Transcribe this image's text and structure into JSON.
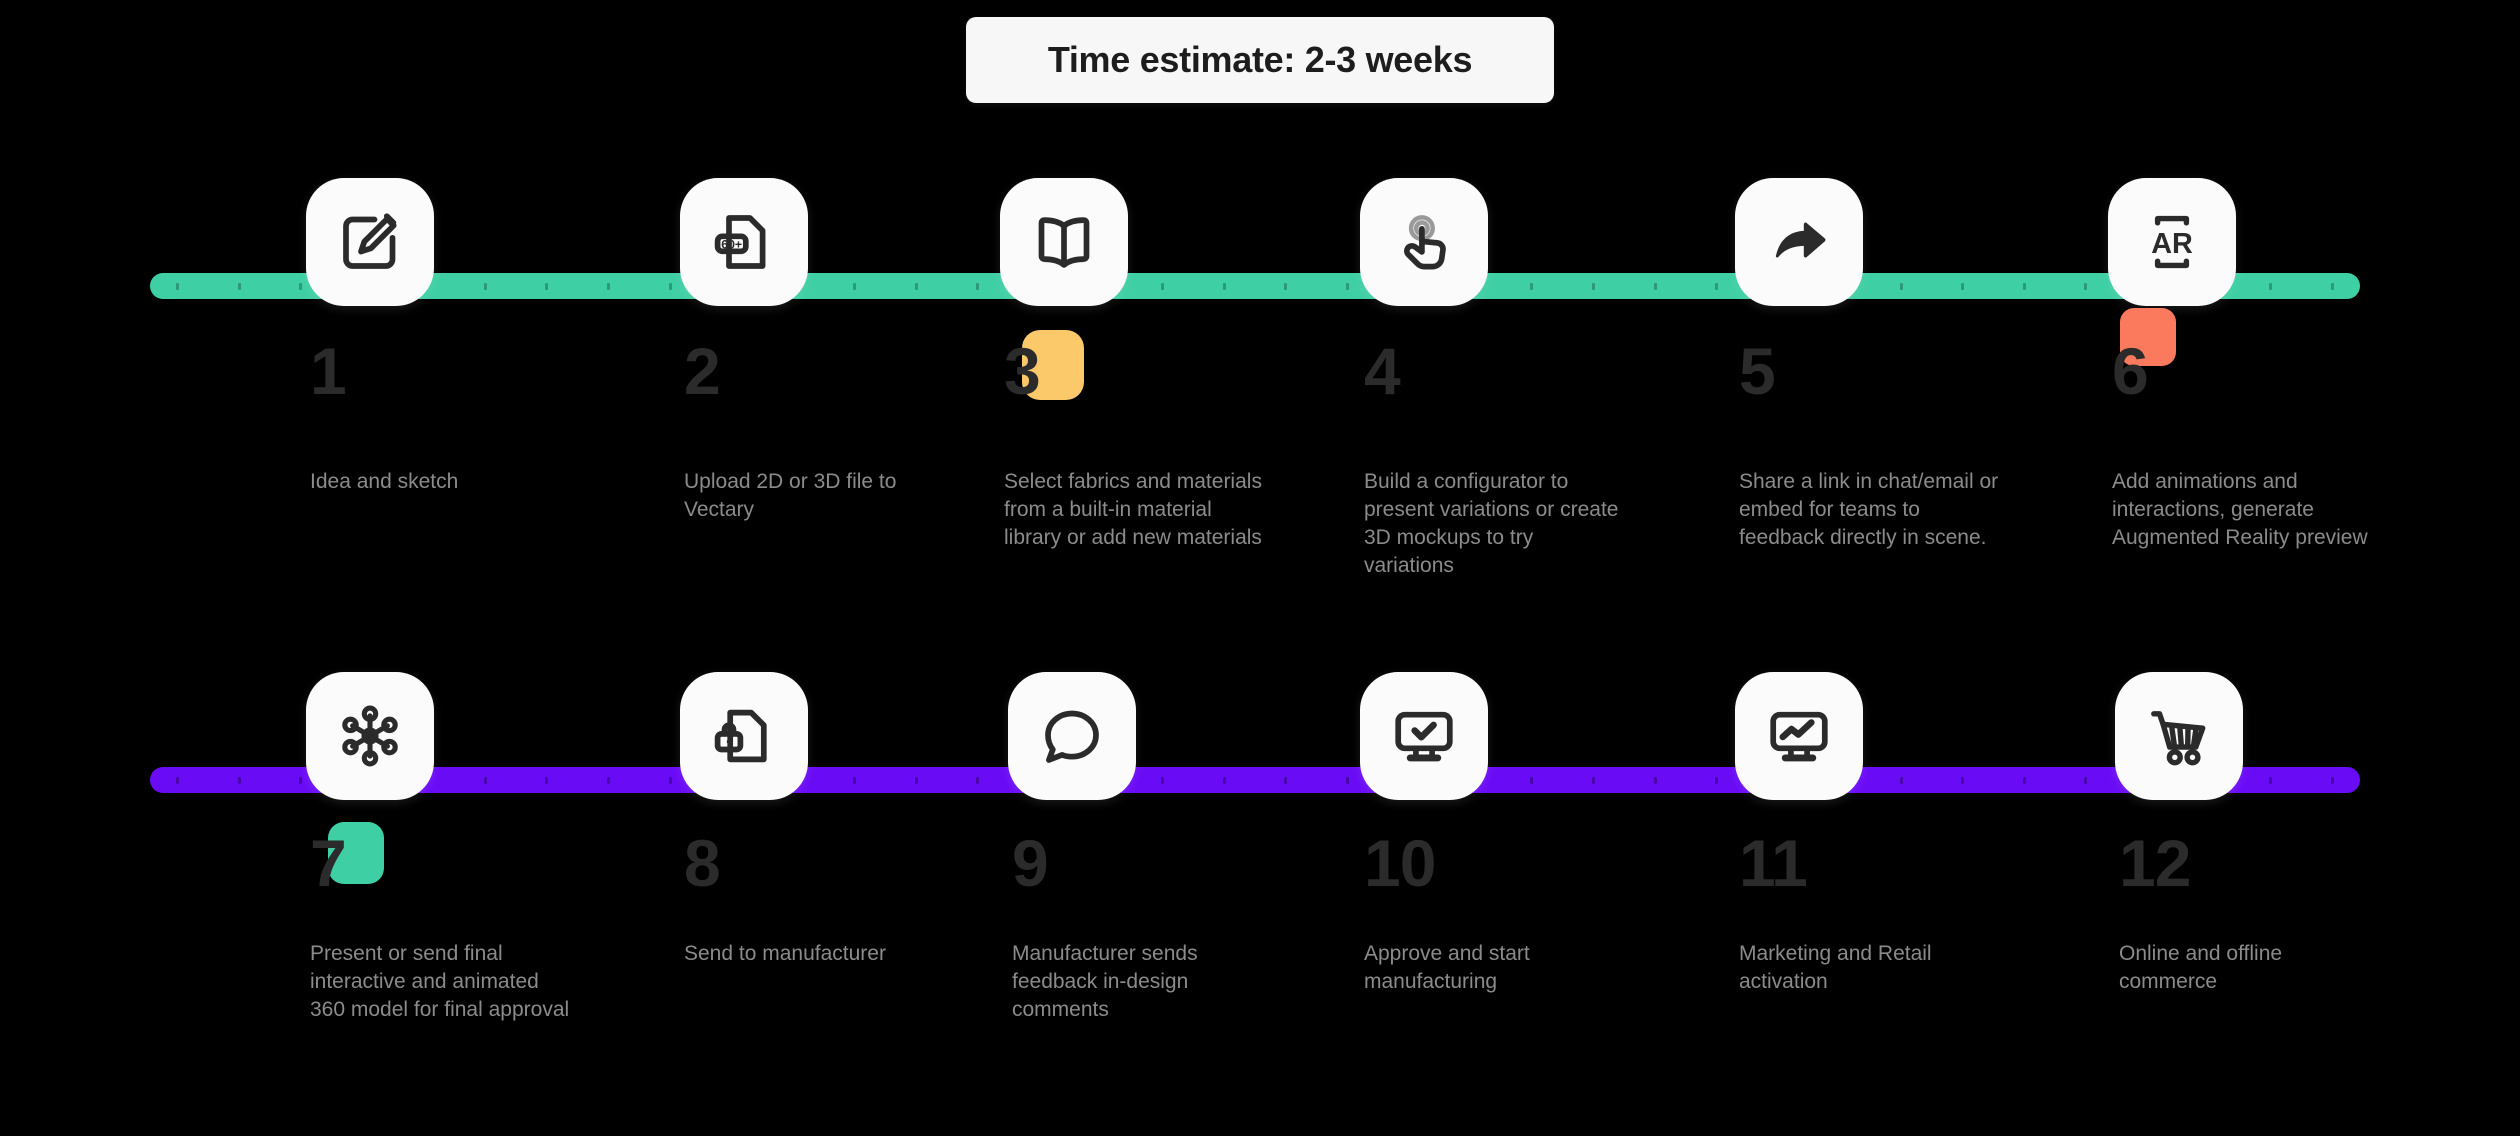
{
  "title": {
    "text": "Time estimate: 2-3 weeks"
  },
  "colors": {
    "background": "#000000",
    "track_row1": "#3fcfa5",
    "track_row2": "#6a0bf5",
    "tile": "#fbfbfb",
    "number": "#2b2b2b",
    "description": "#8b8b8b",
    "badge_yellow": "#fbc86a",
    "badge_coral": "#fb7a5e",
    "badge_teal": "#3fcfa5"
  },
  "rows": [
    {
      "name": "design-phase",
      "track_color": "#3fcfa5",
      "steps": [
        {
          "number": "1",
          "icon": "edit-square-icon",
          "description": "Idea and sketch",
          "badge": null
        },
        {
          "number": "2",
          "icon": "file-60-plus-icon",
          "description": "Upload 2D or 3D file to Vectary",
          "badge": null
        },
        {
          "number": "3",
          "icon": "open-book-icon",
          "description": "Select fabrics and materials from a built-in material library or add new materials",
          "badge": "yellow"
        },
        {
          "number": "4",
          "icon": "tap-gesture-icon",
          "description": "Build a configurator to present variations or create 3D mockups to try variations",
          "badge": null
        },
        {
          "number": "5",
          "icon": "share-arrow-icon",
          "description": "Share a link in chat/email or embed for teams to feedback directly in scene.",
          "badge": null
        },
        {
          "number": "6",
          "icon": "augmented-reality-icon",
          "description": "Add animations and interactions, generate Augmented Reality preview",
          "badge": "coral"
        }
      ]
    },
    {
      "name": "production-phase",
      "track_color": "#6a0bf5",
      "steps": [
        {
          "number": "7",
          "icon": "network-hub-icon",
          "description": "Present or send final interactive and animated 360 model for final approval",
          "badge": "teal"
        },
        {
          "number": "8",
          "icon": "file-lock-icon",
          "description": "Send to manufacturer",
          "badge": null
        },
        {
          "number": "9",
          "icon": "speech-bubble-icon",
          "description": "Manufacturer sends feedback in-design comments",
          "badge": null
        },
        {
          "number": "10",
          "icon": "monitor-check-icon",
          "description": "Approve and start manufacturing",
          "badge": null
        },
        {
          "number": "11",
          "icon": "monitor-chart-icon",
          "description": "Marketing and Retail activation",
          "badge": null
        },
        {
          "number": "12",
          "icon": "shopping-cart-icon",
          "description": "Online and offline commerce",
          "badge": null
        }
      ]
    }
  ],
  "icon_labels": {
    "file_60_plus": "60+",
    "ar": "AR"
  }
}
